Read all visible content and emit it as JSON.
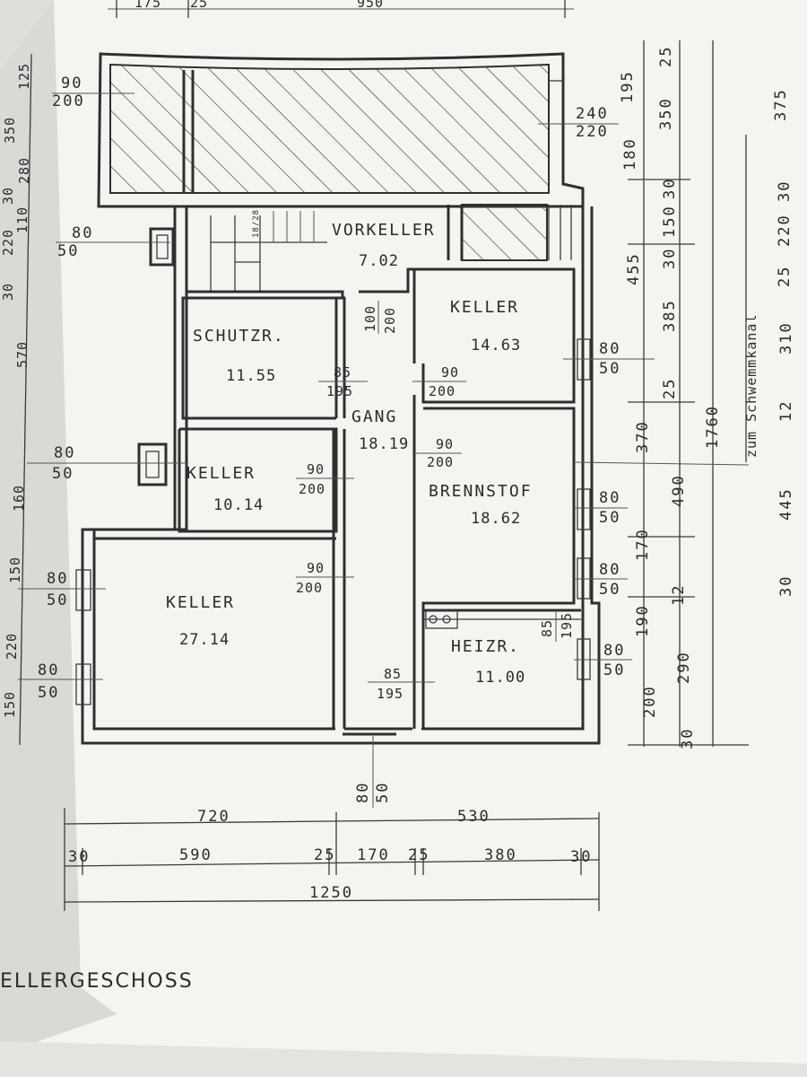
{
  "plan": {
    "title": "ELLERGESCHOSS",
    "rooms": {
      "vorkeller": {
        "name": "VORKELLER",
        "area": "7.02"
      },
      "keller_ne": {
        "name": "KELLER",
        "area": "14.63"
      },
      "schutzraum": {
        "name": "SCHUTZR.",
        "area": "11.55"
      },
      "gang": {
        "name": "GANG",
        "area": "18.19"
      },
      "keller_w": {
        "name": "KELLER",
        "area": "10.14"
      },
      "brennstoff": {
        "name": "BRENNSTOF",
        "area": "18.62"
      },
      "keller_sw": {
        "name": "KELLER",
        "area": "27.14"
      },
      "heizraum": {
        "name": "HEIZR.",
        "area": "11.00"
      }
    },
    "openings": {
      "terrace_left": {
        "w": "90",
        "h": "200"
      },
      "terrace_right": {
        "w": "240",
        "h": "220"
      },
      "win_vorkeller": {
        "w": "80",
        "h": "50"
      },
      "door_gang_top": {
        "w": "100",
        "h": "200"
      },
      "door_schutz": {
        "w": "85",
        "h": "195"
      },
      "door_keller_ne": {
        "w": "90",
        "h": "200"
      },
      "win_keller_ne": {
        "w": "80",
        "h": "50"
      },
      "win_keller_w": {
        "w": "80",
        "h": "50"
      },
      "door_keller_w": {
        "w": "90",
        "h": "200"
      },
      "door_brenn": {
        "w": "90",
        "h": "200"
      },
      "win_brenn1": {
        "w": "80",
        "h": "50"
      },
      "win_brenn2": {
        "w": "80",
        "h": "50"
      },
      "door_keller_sw": {
        "w": "90",
        "h": "200"
      },
      "win_sw1": {
        "w": "80",
        "h": "50"
      },
      "win_sw2": {
        "w": "80",
        "h": "50"
      },
      "door_heiz": {
        "w": "85",
        "h": "195"
      },
      "door_heiz2": {
        "w": "85",
        "h": "195"
      },
      "win_heiz": {
        "w": "80",
        "h": "50"
      },
      "win_gang_bottom": {
        "w": "80",
        "h": "50"
      }
    },
    "bottom_dims": {
      "row1": [
        "720",
        "530"
      ],
      "row2": [
        "30",
        "590",
        "25",
        "170",
        "25",
        "380",
        "30"
      ],
      "total": "1250"
    },
    "top_dims": [
      "175",
      "25",
      "950"
    ],
    "right_dims": {
      "col1": [
        "195",
        "180",
        "455",
        "370",
        "170",
        "190",
        "200",
        "30"
      ],
      "col2": [
        "25",
        "350",
        "30",
        "150",
        "30",
        "385",
        "25",
        "490",
        "12",
        "290"
      ],
      "col3": [
        "1760"
      ],
      "col4": [
        "375",
        "30",
        "220",
        "25",
        "310",
        "12",
        "445",
        "30"
      ],
      "note": "zum Schwemmkanal"
    },
    "left_dims": [
      "125",
      "350",
      "280",
      "30",
      "110",
      "220",
      "30",
      "570",
      "160",
      "150",
      "220",
      "150"
    ],
    "stair_note": "18/28"
  }
}
